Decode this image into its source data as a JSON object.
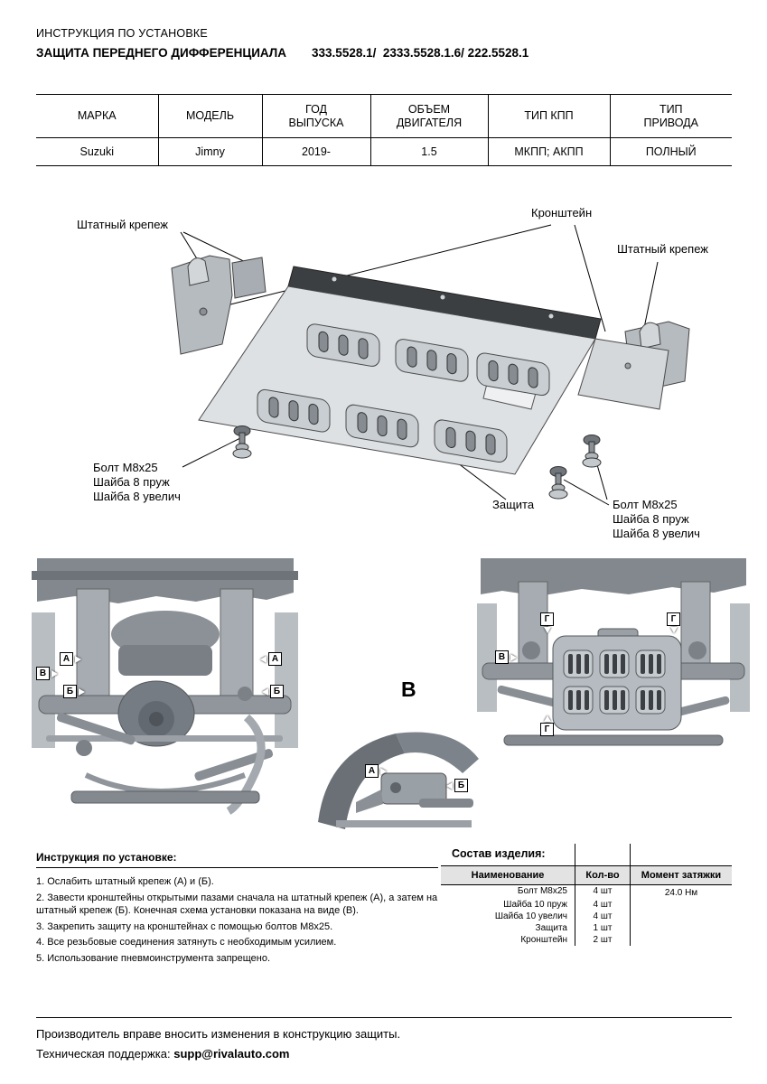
{
  "header": {
    "doc_type": "ИНСТРУКЦИЯ ПО УСТАНОВКЕ",
    "title": "ЗАЩИТА ПЕРЕДНЕГО ДИФФЕРЕНЦИАЛА",
    "part_numbers": "333.5528.1/  2333.5528.1.6/ 222.5528.1"
  },
  "spec_table": {
    "headers": [
      "МАРКА",
      "МОДЕЛЬ",
      "ГОД\nВЫПУСКА",
      "ОБЪЕМ\nДВИГАТЕЛЯ",
      "ТИП КПП",
      "ТИП\nПРИВОДА"
    ],
    "row": [
      "Suzuki",
      "Jimny",
      "2019-",
      "1.5",
      "МКПП; АКПП",
      "ПОЛНЫЙ"
    ]
  },
  "diagram": {
    "label_fastener_left": "Штатный крепеж",
    "label_bracket": "Кронштейн",
    "label_fastener_right": "Штатный крепеж",
    "label_bolt_left": "Болт М8х25\nШайба 8 пруж\nШайба 8 увелич",
    "label_shield": "Защита",
    "label_bolt_right": "Болт М8х25\nШайба 8 пруж\nШайба 8 увелич"
  },
  "views": {
    "view_label": "В",
    "markers": {
      "a": "А",
      "b": "Б",
      "v": "В",
      "g": "Г"
    }
  },
  "instructions": {
    "title": "Инструкция по установке:",
    "steps": [
      "1. Ослабить штатный крепеж (А) и (Б).",
      "2. Завести кронштейны открытыми пазами сначала на штатный крепеж (А), а затем на штатный крепеж (Б). Конечная схема установки показана на виде (В).",
      "3. Закрепить защиту на кронштейнах с помощью болтов М8х25.",
      "4. Все резьбовые соединения затянуть с необходимым усилием.",
      "5. Использование пневмоинструмента запрещено."
    ]
  },
  "parts": {
    "title": "Состав изделия:",
    "headers": [
      "Наименование",
      "Кол-во",
      "Момент затяжки"
    ],
    "rows": [
      {
        "name": "Болт М8х25",
        "qty": "4 шт",
        "torque": "24.0 Нм"
      },
      {
        "name": "Шайба 10 пруж",
        "qty": "4 шт",
        "torque": ""
      },
      {
        "name": "Шайба 10 увелич",
        "qty": "4 шт",
        "torque": ""
      },
      {
        "name": "Защита",
        "qty": "1 шт",
        "torque": ""
      },
      {
        "name": "Кронштейн",
        "qty": "2 шт",
        "torque": ""
      }
    ]
  },
  "footer": {
    "note": "Производитель вправе вносить изменения в конструкцию защиты.",
    "support_label": "Техническая поддержка:",
    "support_email": "supp@rivalauto.com"
  }
}
